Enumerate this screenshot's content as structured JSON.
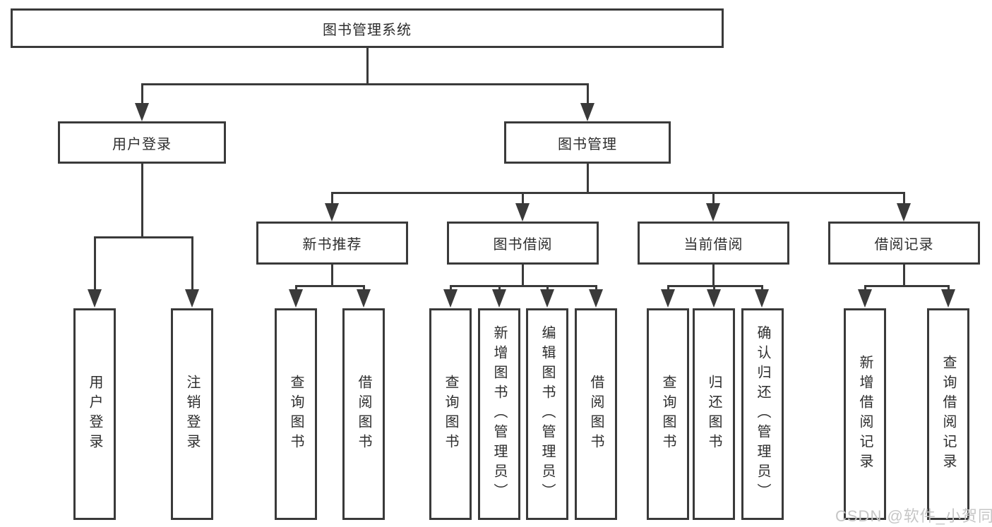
{
  "tree": {
    "root": {
      "label": "图书管理系统"
    },
    "branches": [
      {
        "label": "用户登录",
        "children": [
          {
            "label": "用户登录"
          },
          {
            "label": "注销登录"
          }
        ]
      },
      {
        "label": "图书管理",
        "children": [
          {
            "label": "新书推荐",
            "children": [
              {
                "label": "查询图书"
              },
              {
                "label": "借阅图书"
              }
            ]
          },
          {
            "label": "图书借阅",
            "children": [
              {
                "label": "查询图书"
              },
              {
                "label": "新增图书（管理员）"
              },
              {
                "label": "编辑图书（管理员）"
              },
              {
                "label": "借阅图书"
              }
            ]
          },
          {
            "label": "当前借阅",
            "children": [
              {
                "label": "查询图书"
              },
              {
                "label": "归还图书"
              },
              {
                "label": "确认归还（管理员）"
              }
            ]
          },
          {
            "label": "借阅记录",
            "children": [
              {
                "label": "新增借阅记录"
              },
              {
                "label": "查询借阅记录"
              }
            ]
          }
        ]
      }
    ]
  },
  "watermark": "CSDN @软件_小贺同学",
  "colors": {
    "line": "#3a3a3a",
    "box_background": "#ffffff",
    "text": "#2e2e2e",
    "watermark": "#c6c6c6"
  }
}
